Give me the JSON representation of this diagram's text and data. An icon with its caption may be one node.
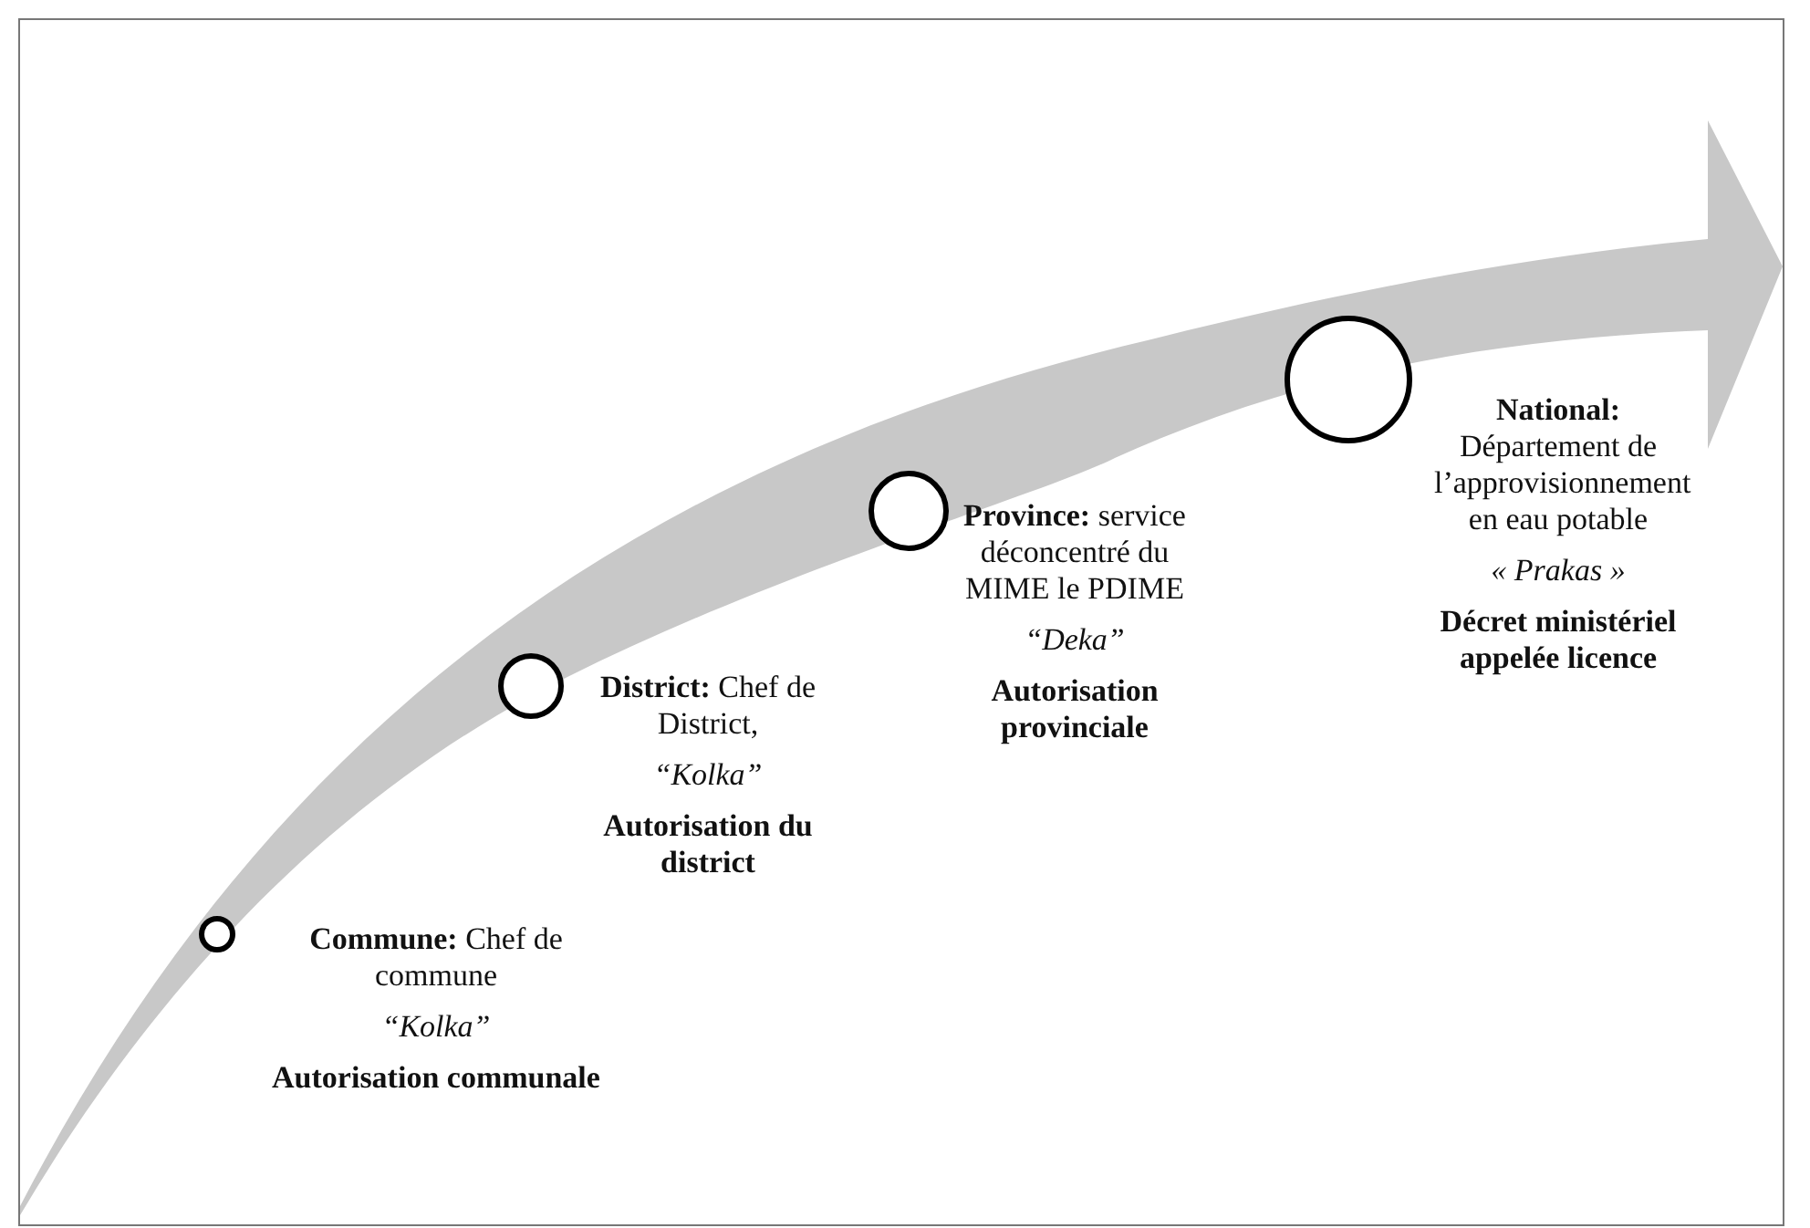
{
  "diagram": {
    "nodes": [
      {
        "text": [],
        "shape": "circle",
        "beside": [
          "**Commune:** Chef de commune",
          "“Kolka”",
          "Autorisation communale"
        ]
      },
      {
        "text": [],
        "shape": "circle",
        "beside": [
          "**District:** Chef de District,",
          "“Kolka”",
          "Autorisation du district"
        ]
      },
      {
        "text": [],
        "shape": "circle",
        "beside": [
          "**Province:** service déconcentré du MIME le PDIME",
          "“Deka”",
          "Autorisation provinciale"
        ]
      },
      {
        "text": [],
        "shape": "circle",
        "beside": [
          "**National:** Département de l’approvisionnement en eau potable",
          "« Prakas »",
          "Décret ministériel appelée licence"
        ]
      }
    ]
  }
}
